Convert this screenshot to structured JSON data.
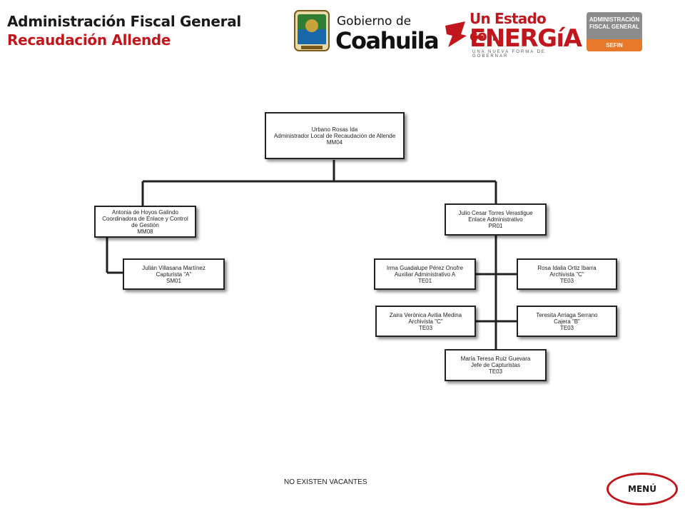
{
  "header": {
    "title": "Administración Fiscal General",
    "subtitle": "Recaudación Allende"
  },
  "logos": {
    "gobierno_small": "Gobierno de",
    "gobierno_big": "Coahuila",
    "campaign_top": "Un Estado con",
    "campaign_big": "ENERGíA",
    "campaign_tag": "UNA NUEVA FORMA DE GOBERNAR",
    "afg_line1": "ADMINISTRACIÓN",
    "afg_line2": "FISCAL GENERAL",
    "afg_sefin": "SEFIN"
  },
  "org": {
    "root": {
      "name": "Urbano Rosas Ida",
      "role": "Administrador  Local de Recaudación de Allende",
      "code": "MM04"
    },
    "left": {
      "name": "Antonia de Hoyos Galindo",
      "role": "Coordinadora  de Enlace y Control de Gestión",
      "code": "MM08"
    },
    "left_sub": {
      "name": "Julián Villasana Martínez",
      "role": "Capturista \"A\"",
      "code": "SM01"
    },
    "right": {
      "name": "Julio Cesar Torres Verastigue",
      "role": "Enlace Administrativo",
      "code": "PR01"
    },
    "r1": {
      "name": "Irma Guadalupe Pérez Onofre",
      "role": "Auxiliar Administrativo A",
      "code": "TE01"
    },
    "r2": {
      "name": "Rosa Idalia Ortiz Ibarra",
      "role": "Archivista \"C\"",
      "code": "TE03"
    },
    "r3": {
      "name": "Zaira Verónica Avitia Medina",
      "role": "Archivista \"C\"",
      "code": "TE03"
    },
    "r4": {
      "name": "Teresita Arriaga Serrano",
      "role": "Cajera \"B\"",
      "code": "TE03"
    },
    "r5": {
      "name": "María Teresa Ruiz Guevara",
      "role": "Jefe de Capturistas",
      "code": "TE03"
    }
  },
  "footer": {
    "note": "NO EXISTEN  VACANTES",
    "menu_label": "MENÚ"
  },
  "colors": {
    "accent_red": "#c0161c",
    "sefin_gray": "#8c8c8c",
    "sefin_orange": "#e8782a"
  }
}
